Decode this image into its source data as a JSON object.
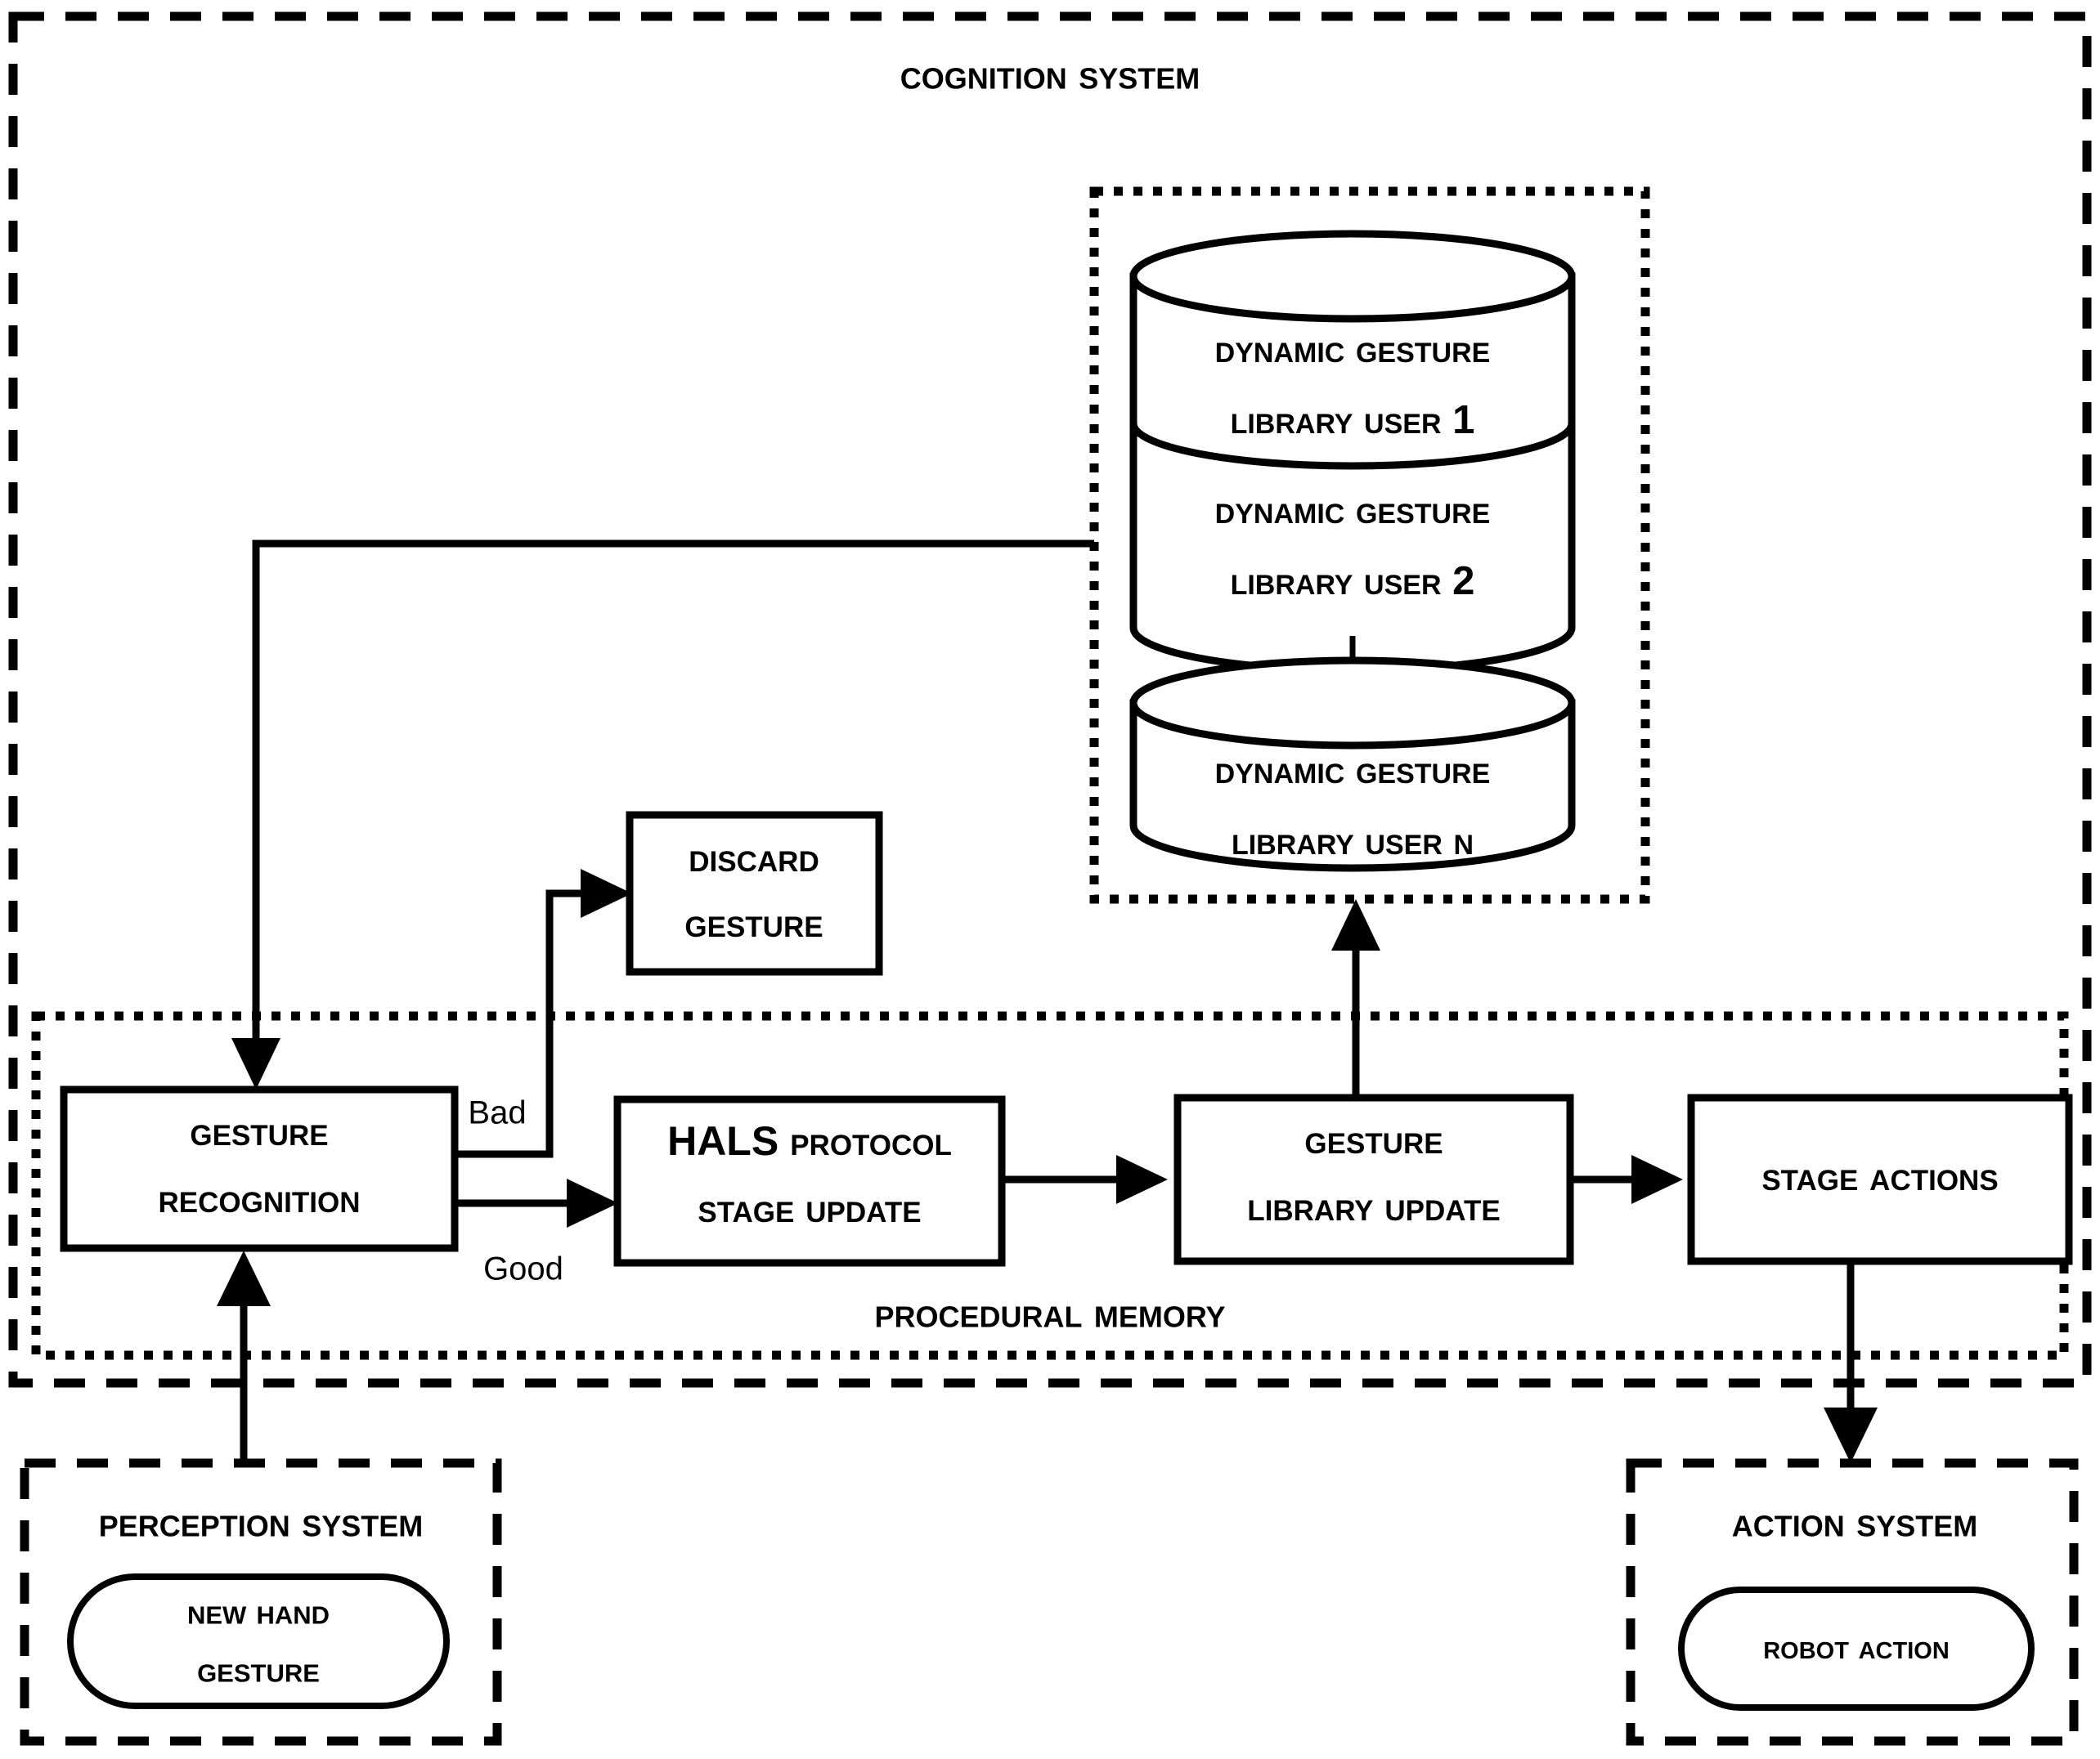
{
  "diagram": {
    "title": "Cognition System",
    "type": "flowchart",
    "frames": [
      {
        "id": "cognition-system",
        "label": "Cognition System",
        "border": "dashed"
      },
      {
        "id": "procedural-memory",
        "label": "Procedural Memory",
        "border": "dotted"
      },
      {
        "id": "gesture-library-group",
        "label": "",
        "border": "dotted"
      },
      {
        "id": "perception-system",
        "label": "Perception System",
        "border": "dashed"
      },
      {
        "id": "action-system",
        "label": "Action System",
        "border": "dashed"
      }
    ],
    "databases": [
      {
        "id": "library-user-1",
        "line1": "Dynamic Gesture",
        "line2": "Library User 1"
      },
      {
        "id": "library-user-2",
        "line1": "Dynamic Gesture",
        "line2": "Library User 2"
      },
      {
        "id": "library-user-n",
        "line1": "Dynamic Gesture",
        "line2": "Library User n"
      }
    ],
    "process_boxes": [
      {
        "id": "gesture-recognition",
        "line1": "Gesture",
        "line2": "Recognition"
      },
      {
        "id": "discard-gesture",
        "line1": "Discard",
        "line2": "Gesture"
      },
      {
        "id": "hals-protocol-stage-update",
        "line1_prefix": "HALS",
        "line1_rest": "Protocol",
        "line2": "Stage Update"
      },
      {
        "id": "gesture-library-update",
        "line1": "Gesture",
        "line2": "Library Update"
      },
      {
        "id": "stage-actions",
        "line1": "Stage Actions",
        "line2": ""
      }
    ],
    "terminals": [
      {
        "id": "new-hand-gesture",
        "line1": "New Hand",
        "line2": "Gesture"
      },
      {
        "id": "robot-action",
        "line1": "Robot Action",
        "line2": ""
      }
    ],
    "edge_labels": [
      {
        "id": "edge-bad",
        "label": "Bad"
      },
      {
        "id": "edge-good",
        "label": "Good"
      }
    ],
    "colors": {
      "stroke": "#000000",
      "background": "#ffffff"
    }
  }
}
